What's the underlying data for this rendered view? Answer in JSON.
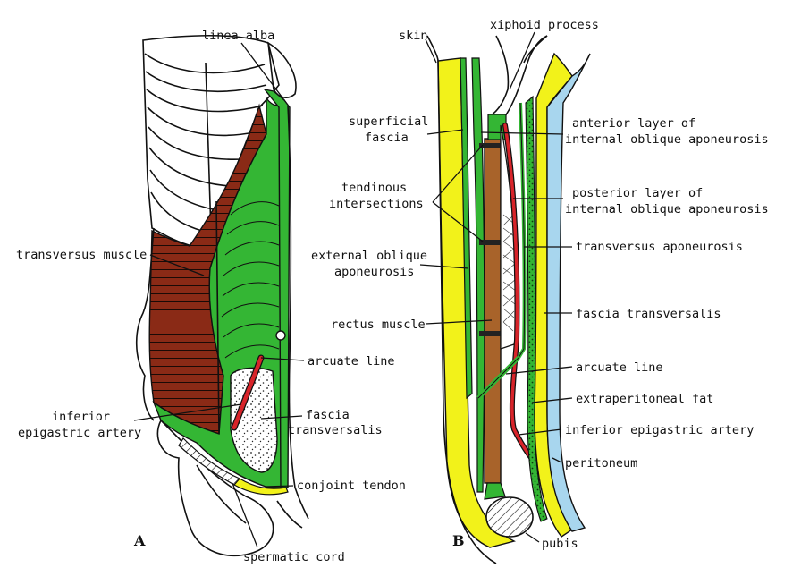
{
  "colors": {
    "muscle": "#8a2a16",
    "aponeurosis": "#34b634",
    "fascia_yellow": "#f2f21a",
    "rectus_brown": "#a8632a",
    "artery_red": "#d8242a",
    "peritoneum_blue": "#a8d6ee",
    "fat_stipple": "#2e9a2e",
    "outline": "#111111"
  },
  "panel_a": {
    "letter": "A",
    "labels": {
      "linea_alba": "linea alba",
      "transversus_muscle": "transversus muscle",
      "arcuate_line": "arcuate line",
      "inferior_epigastric_line1": "inferior",
      "inferior_epigastric_line2": "epigastric artery",
      "fascia_transversalis_line1": "fascia",
      "fascia_transversalis_line2": "transversalis",
      "conjoint_tendon": "conjoint tendon",
      "spermatic_cord": "spermatic cord"
    }
  },
  "panel_b": {
    "letter": "B",
    "labels": {
      "skin": "skin",
      "xiphoid_process": "xiphoid process",
      "superficial_fascia_line1": "superficial",
      "superficial_fascia_line2": "fascia",
      "anterior_layer_line1": "anterior layer of",
      "anterior_layer_line2": "internal oblique aponeurosis",
      "tendinous_line1": "tendinous",
      "tendinous_line2": "intersections",
      "posterior_layer_line1": "posterior layer of",
      "posterior_layer_line2": "internal oblique aponeurosis",
      "transversus_aponeurosis": "transversus aponeurosis",
      "external_oblique_line1": "external oblique",
      "external_oblique_line2": "aponeurosis",
      "fascia_transversalis": "fascia transversalis",
      "rectus_muscle": "rectus muscle",
      "arcuate_line": "arcuate line",
      "extraperitoneal_fat": "extraperitoneal fat",
      "inferior_epigastric_artery": "inferior epigastric artery",
      "peritoneum": "peritoneum",
      "pubis": "pubis"
    }
  }
}
